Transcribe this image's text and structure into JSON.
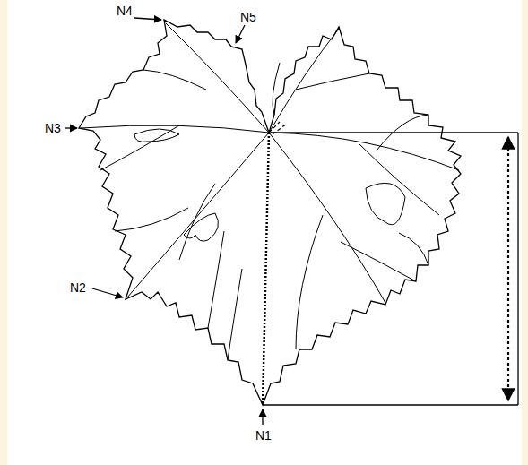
{
  "diagram": {
    "labels": [
      "N4",
      "N5",
      "N3",
      "N2",
      "N1"
    ]
  }
}
